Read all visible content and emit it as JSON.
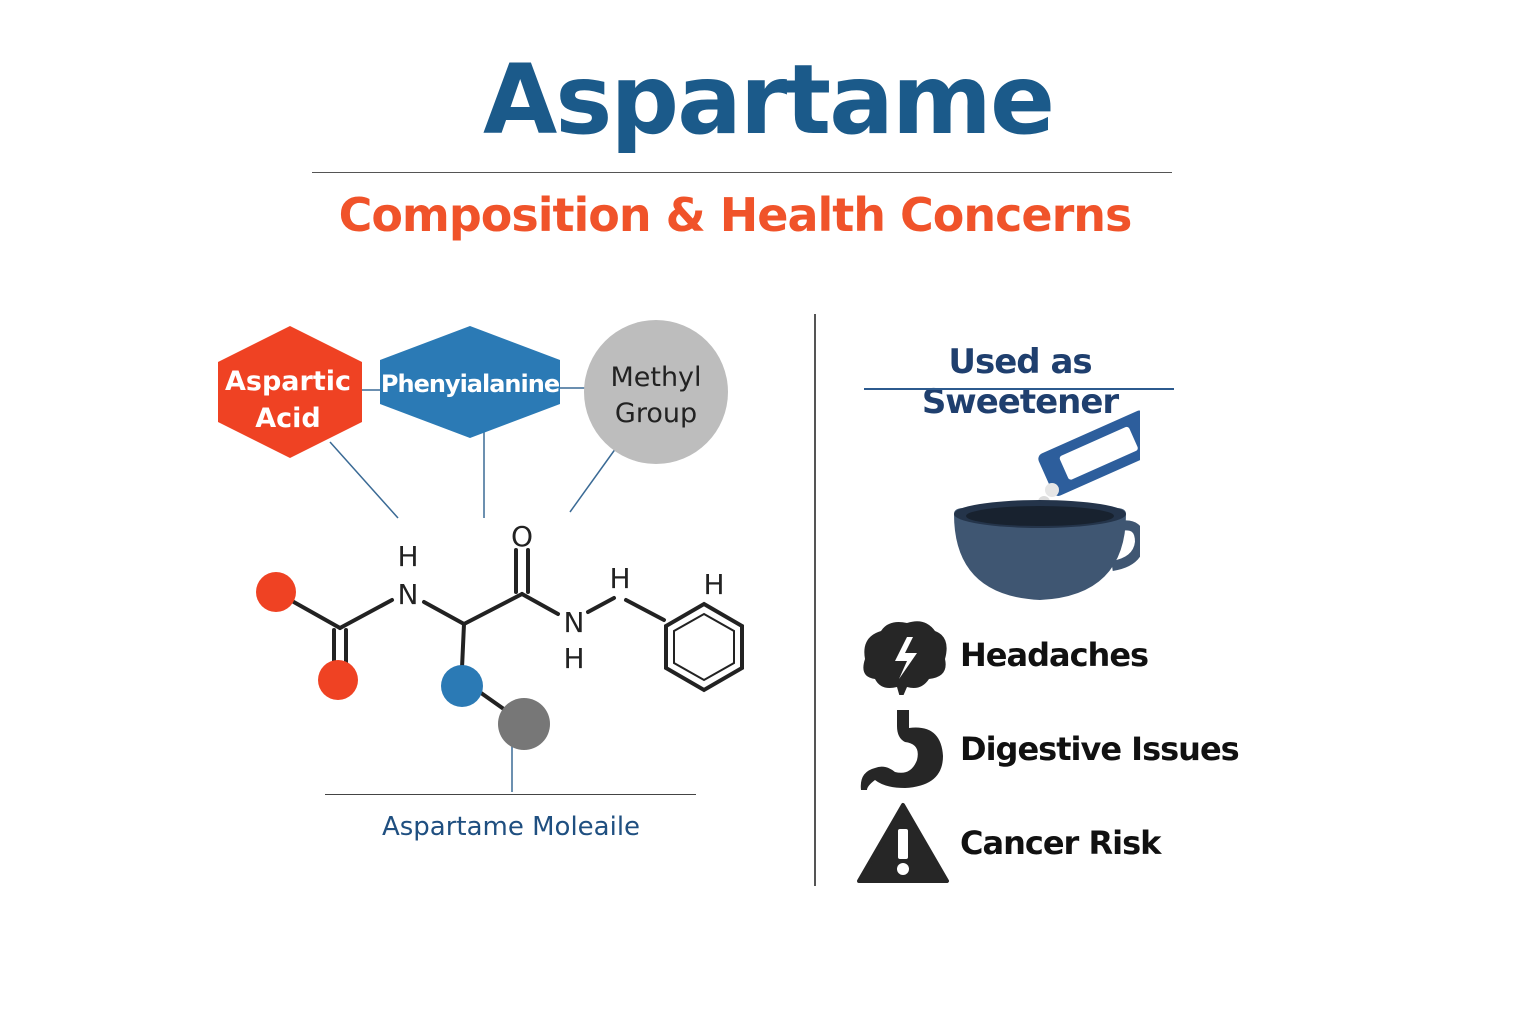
{
  "title": "Aspartame",
  "subtitle": "Composition & Health Concerns",
  "components": [
    {
      "label_line1": "Aspartic",
      "label_line2": "Acid",
      "color": "#ef4223"
    },
    {
      "label_line1": "Phenyialanine",
      "label_line2": "",
      "color": "#2b7ab5"
    },
    {
      "label_line1": "Methyl",
      "label_line2": "Group",
      "color": "#bdbdbd"
    }
  ],
  "molecule": {
    "caption": "Aspartame Moleaile",
    "atoms": {
      "h1": "H",
      "n1": "N",
      "o_top": "O",
      "n2": "N",
      "h2": "H",
      "h3": "H",
      "h_ring": "H"
    }
  },
  "sweetener": {
    "title": "Used as Sweetener"
  },
  "concerns": [
    {
      "label": "Headaches",
      "icon": "brain-lightning-icon"
    },
    {
      "label": "Digestive Issues",
      "icon": "stomach-icon"
    },
    {
      "label": "Cancer Risk",
      "icon": "warning-triangle-icon"
    }
  ],
  "colors": {
    "title": "#1b5a8a",
    "subtitle": "#f0532a",
    "accent_blue": "#2b7ab5",
    "accent_red": "#ef4223"
  }
}
